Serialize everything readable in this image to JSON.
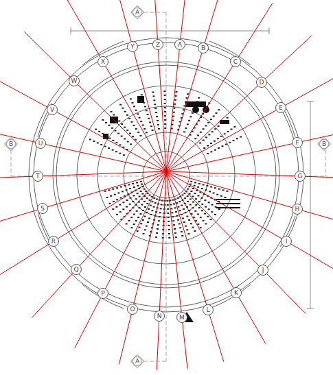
{
  "diagram": {
    "nodes": [
      {
        "text": [
          "A"
        ]
      },
      {
        "text": [
          "Y"
        ]
      },
      {
        "text": [
          "Z"
        ]
      },
      {
        "text": [
          "A"
        ]
      },
      {
        "text": [
          "B"
        ]
      },
      {
        "text": [
          "X"
        ]
      },
      {
        "text": [
          "C"
        ]
      },
      {
        "text": [
          "W"
        ]
      },
      {
        "text": [
          "D"
        ]
      },
      {
        "text": [
          "V"
        ]
      },
      {
        "text": [
          "E"
        ]
      },
      {
        "text": [
          "B"
        ]
      },
      {
        "text": [
          "B"
        ]
      },
      {
        "text": [
          "U"
        ]
      },
      {
        "text": [
          "F"
        ]
      },
      {
        "text": [
          "T"
        ]
      },
      {
        "text": [
          "G"
        ]
      },
      {
        "text": [
          "S"
        ]
      },
      {
        "text": [
          "H"
        ]
      },
      {
        "text": [
          "R"
        ]
      },
      {
        "text": [
          "I"
        ]
      },
      {
        "text": [
          "Q"
        ]
      },
      {
        "text": [
          "J"
        ]
      },
      {
        "text": [
          "P"
        ]
      },
      {
        "text": [
          "K"
        ]
      },
      {
        "text": [
          "O"
        ]
      },
      {
        "text": [
          "L"
        ]
      },
      {
        "text": [
          "N"
        ]
      },
      {
        "text": [
          "M"
        ]
      },
      {
        "text": [
          "A"
        ]
      }
    ]
  }
}
